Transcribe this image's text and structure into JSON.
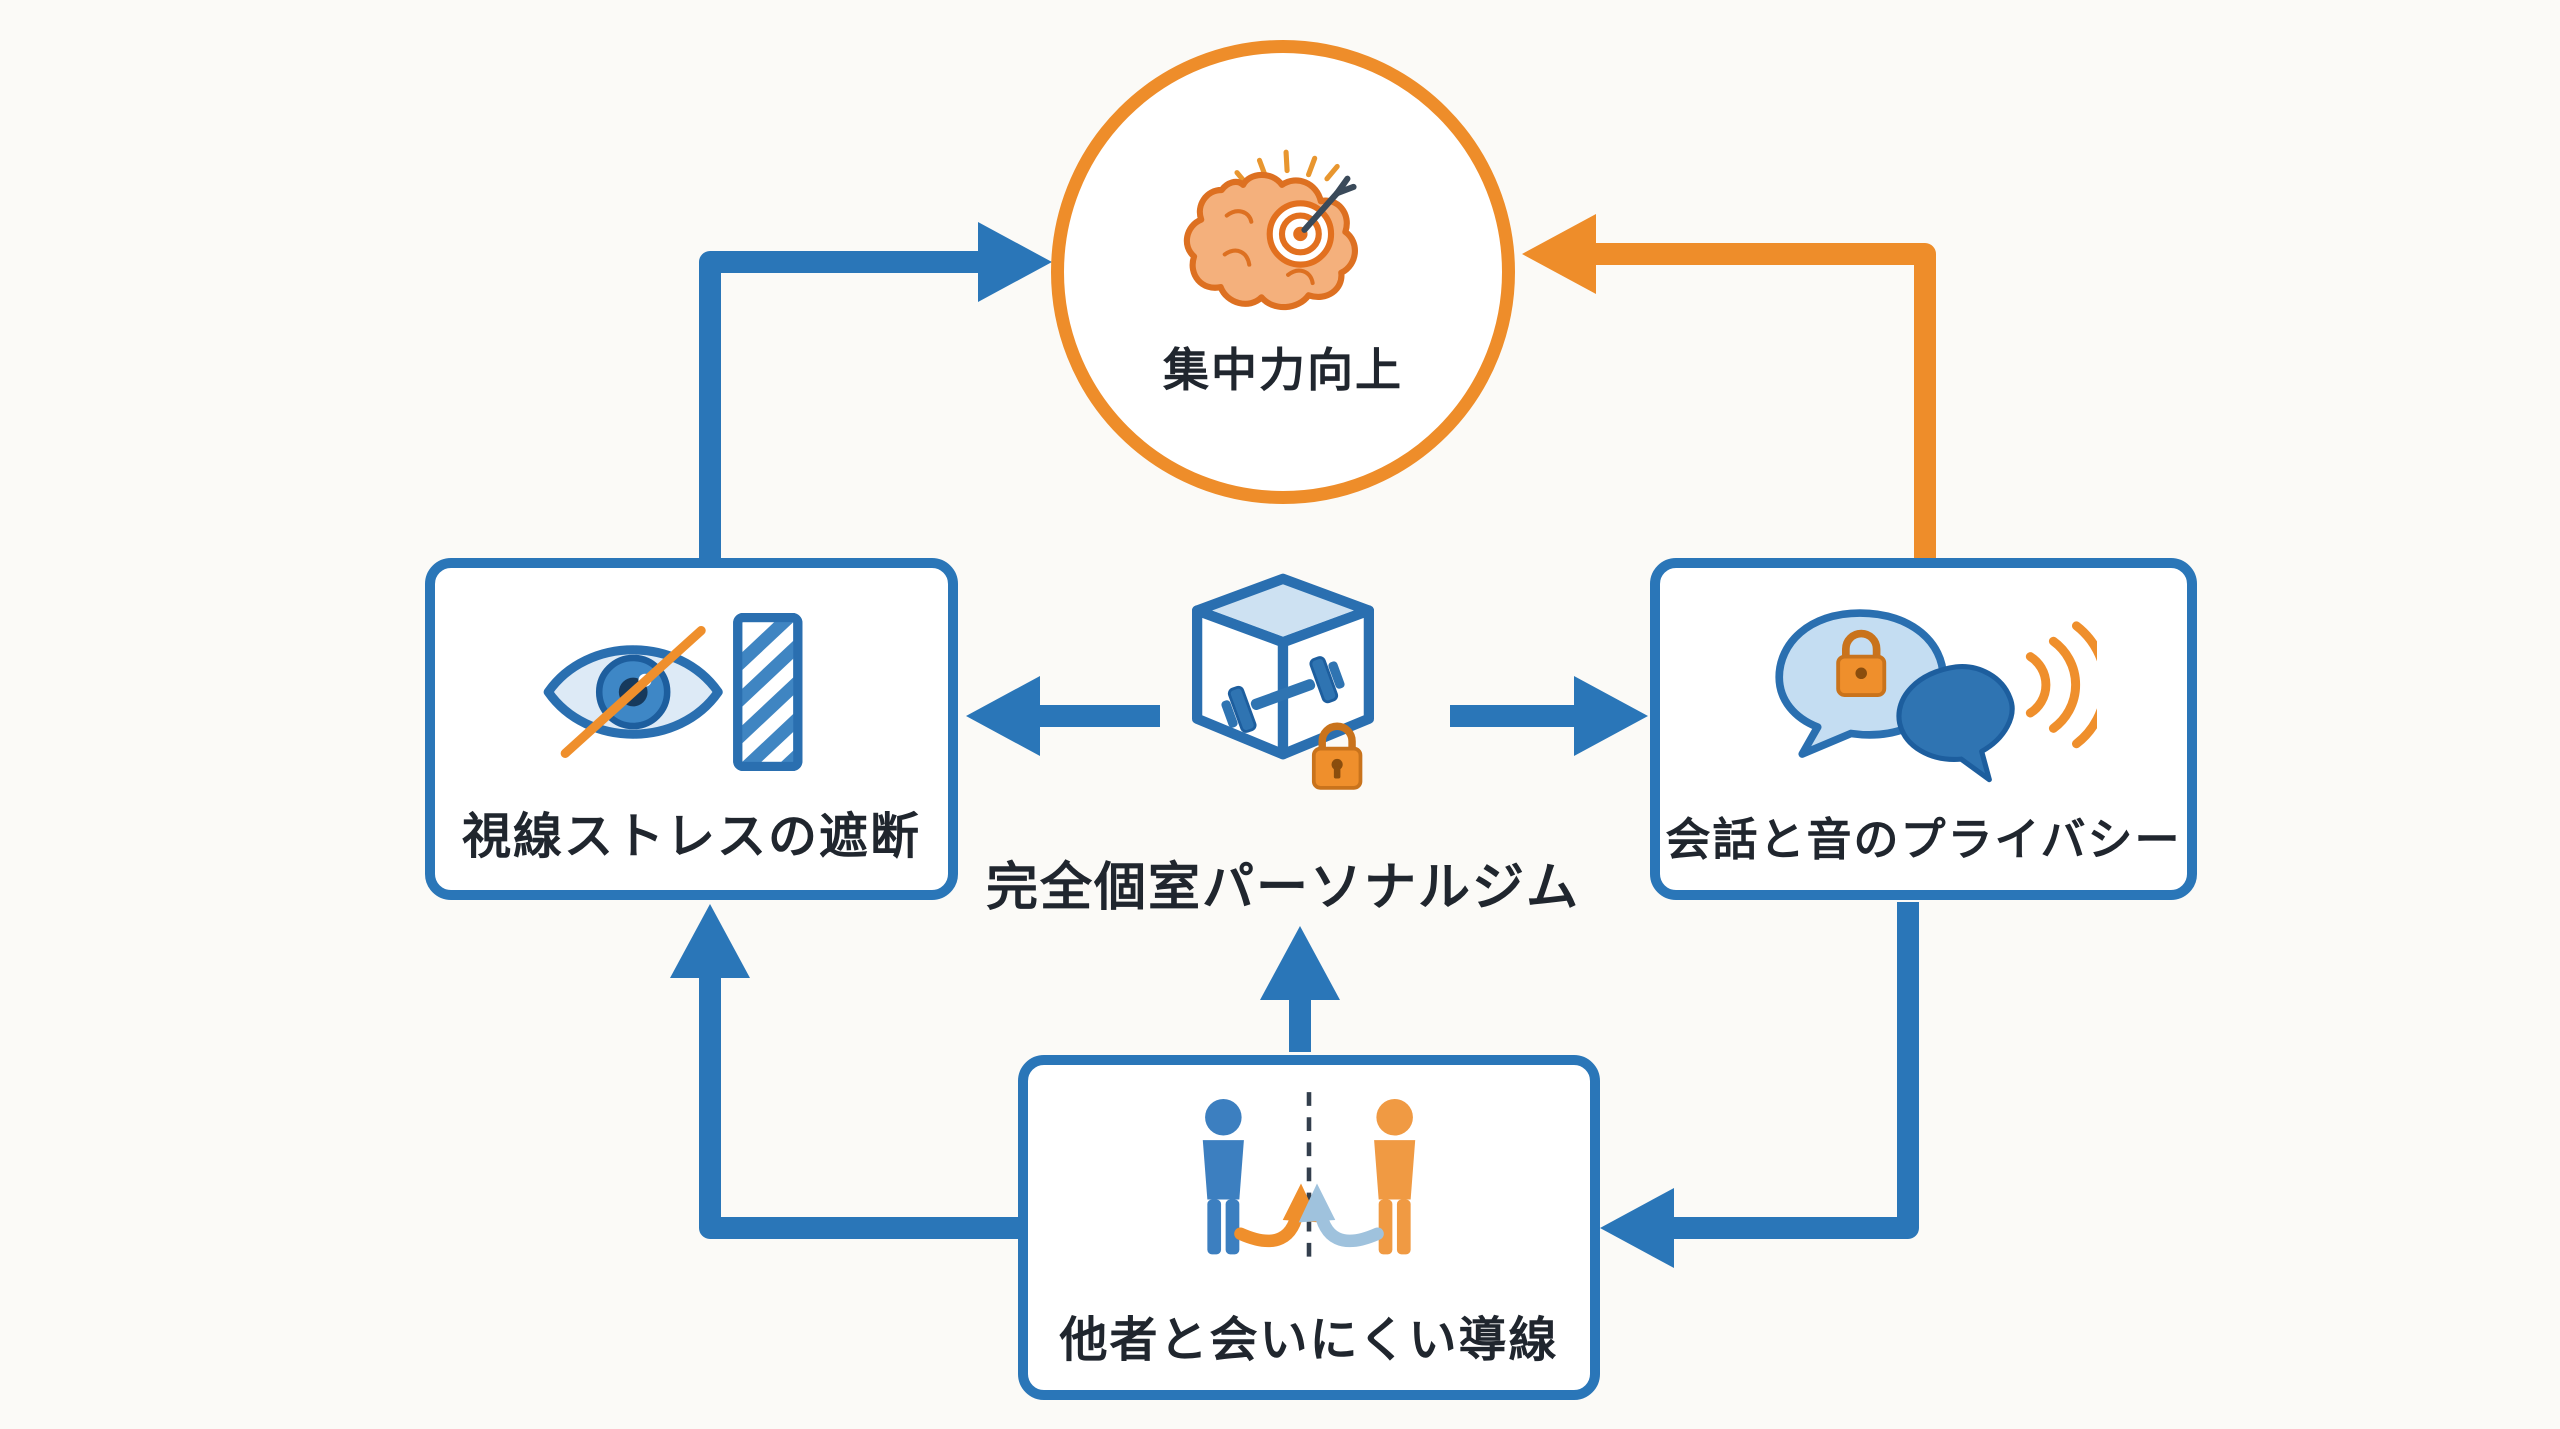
{
  "palette": {
    "blue": "#2a76b8",
    "orange": "#ee8d2a",
    "text": "#20262e",
    "bg": "#fbfaf7"
  },
  "center": {
    "label": "完全個室パーソナルジム",
    "icon": "private-gym-cube-dumbbell-lock"
  },
  "nodes": {
    "focus": {
      "label": "集中力向上",
      "shape": "circle",
      "accent": "orange",
      "icon": "brain-target"
    },
    "gaze": {
      "label": "視線ストレスの遮断",
      "shape": "rounded-rect",
      "accent": "blue",
      "icon": "eye-blocked-panel"
    },
    "sound": {
      "label": "会話と音のプライバシー",
      "shape": "rounded-rect",
      "accent": "blue",
      "icon": "speech-bubble-lock-waves"
    },
    "flow": {
      "label": "他者と会いにくい導線",
      "shape": "rounded-rect",
      "accent": "blue",
      "icon": "separated-people-paths"
    }
  },
  "edges": [
    {
      "from": "視線ストレスの遮断",
      "to": "集中力向上",
      "color": "blue"
    },
    {
      "from": "会話と音のプライバシー",
      "to": "集中力向上",
      "color": "orange"
    },
    {
      "from": "完全個室パーソナルジム",
      "to": "視線ストレスの遮断",
      "color": "blue"
    },
    {
      "from": "完全個室パーソナルジム",
      "to": "会話と音のプライバシー",
      "color": "blue"
    },
    {
      "from": "他者と会いにくい導線",
      "to": "完全個室パーソナルジム",
      "color": "blue"
    },
    {
      "from": "他者と会いにくい導線",
      "to": "視線ストレスの遮断",
      "color": "blue"
    },
    {
      "from": "会話と音のプライバシー",
      "to": "他者と会いにくい導線",
      "color": "blue"
    }
  ]
}
